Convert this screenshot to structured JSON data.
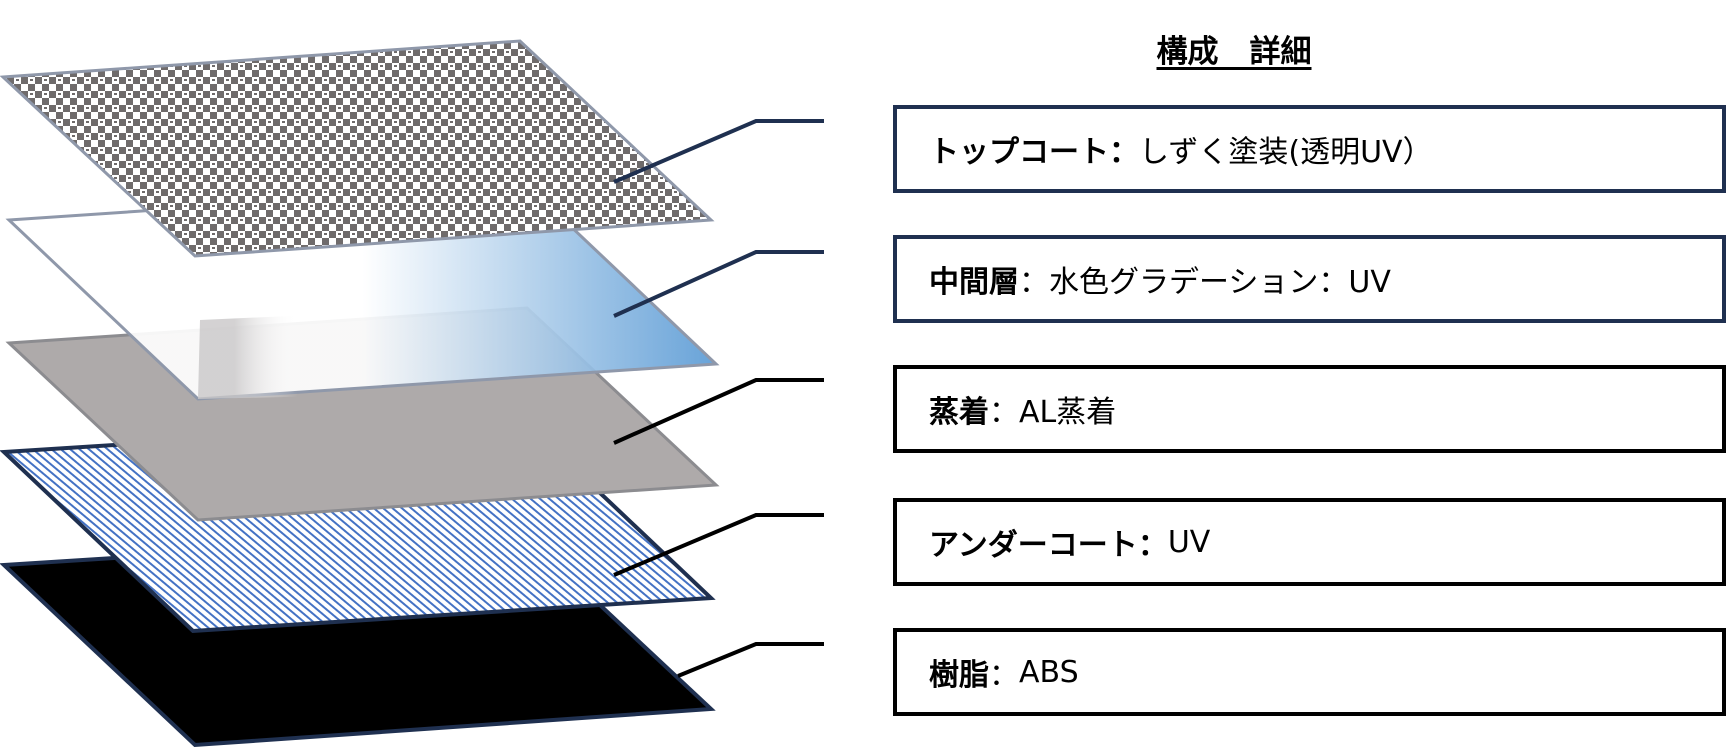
{
  "title": "構成　詳細",
  "layers": [
    {
      "name": "トップコート",
      "separator": "：",
      "value": "しずく塗装(透明UV）",
      "border_color": "#1f3050"
    },
    {
      "name": "中間層",
      "separator": "：",
      "value": "水色グラデーション：UV",
      "border_color": "#1f3050"
    },
    {
      "name": "蒸着",
      "separator": "：",
      "value": "AL蒸着",
      "border_color": "#000000"
    },
    {
      "name": "アンダーコート",
      "separator": "：",
      "value": "UV",
      "border_color": "#000000"
    },
    {
      "name": "樹脂",
      "separator": "：",
      "value": "ABS",
      "border_color": "#000000"
    }
  ],
  "colors": {
    "topcoat": "#6f6b6b",
    "gradient_blue": "#5b9bd5",
    "deposition": "#aeaaaa",
    "undercoat": "#4472c4",
    "resin": "#000000",
    "navy": "#1f3050"
  }
}
